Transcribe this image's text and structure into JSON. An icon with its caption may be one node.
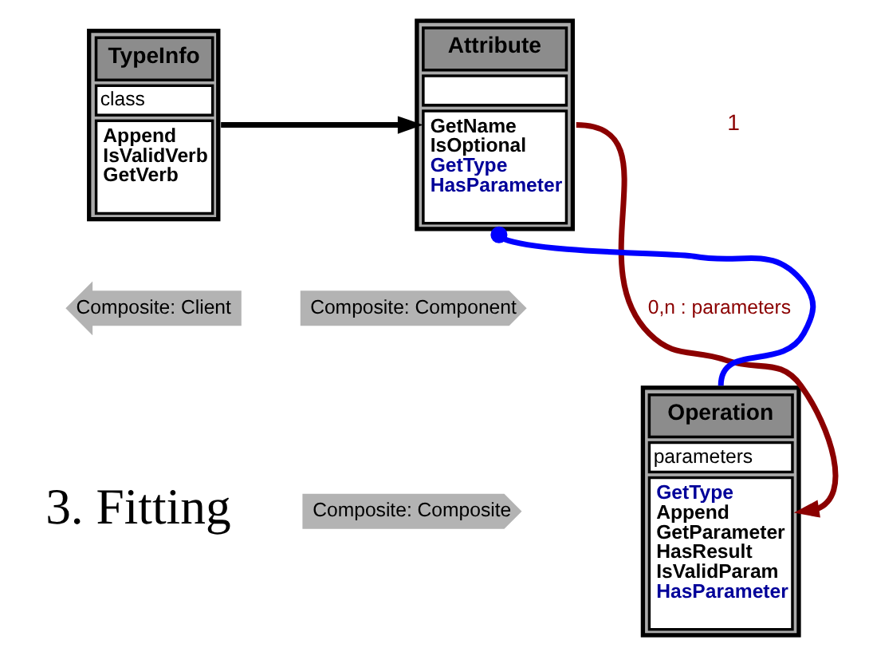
{
  "diagram": {
    "nodes": [
      {
        "text": [
          "TypeInfo",
          "class",
          "Append",
          "IsValidVerb",
          "GetVerb"
        ]
      },
      {
        "text": [
          "Attribute",
          "GetName",
          "IsOptional",
          "GetType",
          "HasParameter"
        ]
      },
      {
        "text": [
          "Operation",
          "parameters",
          "GetType",
          "Append",
          "GetParameter",
          "HasResult",
          "IsValidParam",
          "HasParameter"
        ]
      },
      {
        "text": [
          "Composite: Component"
        ]
      },
      {
        "text": [
          "Composite: Client"
        ]
      },
      {
        "text": [
          "Composite: Composite"
        ]
      }
    ],
    "edges": [
      {
        "from": 0,
        "to": 1,
        "arrow": "to"
      },
      {
        "from": 2,
        "to": 1,
        "arrow": "other",
        "color": "#0000ff"
      },
      {
        "from": 1,
        "to": 2,
        "arrow": "to",
        "color": "#8b0000",
        "label": "0,n : parameters"
      }
    ],
    "labels": [
      "1",
      "3. Fitting"
    ]
  }
}
